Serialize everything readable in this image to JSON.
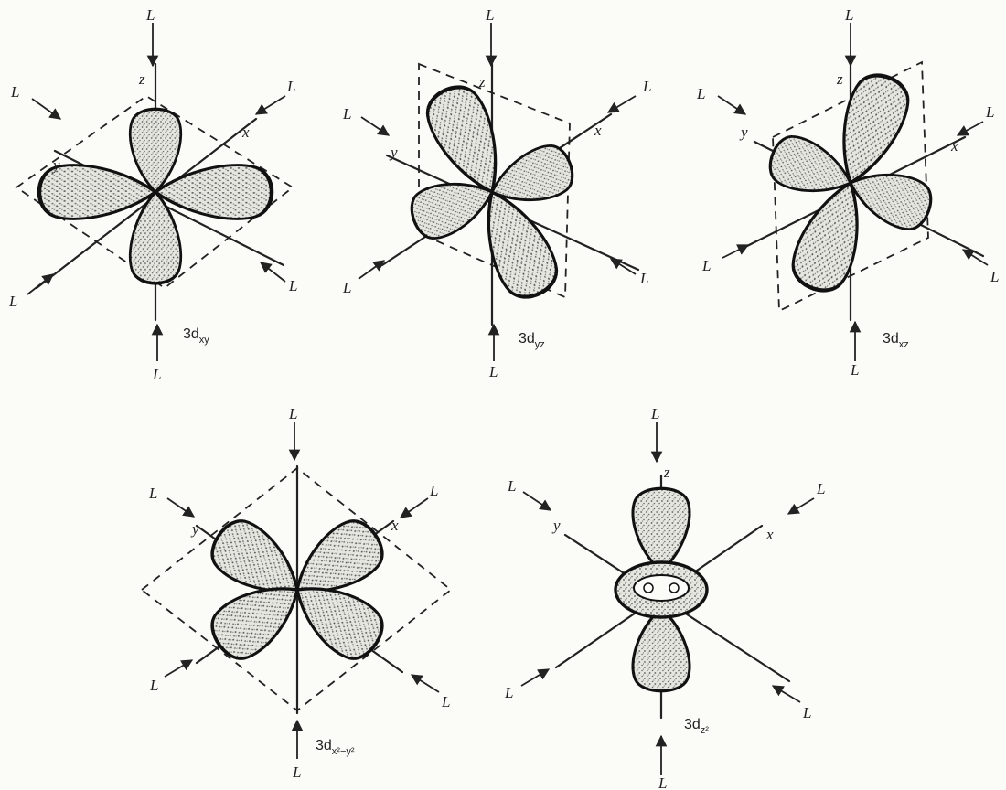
{
  "ligand_label": "L",
  "axis_labels": {
    "x": "x",
    "y": "y",
    "z": "z"
  },
  "orbitals": [
    {
      "id": "dxy",
      "caption_main": "3d",
      "caption_sub": "xy"
    },
    {
      "id": "dyz",
      "caption_main": "3d",
      "caption_sub": "yz"
    },
    {
      "id": "dxz",
      "caption_main": "3d",
      "caption_sub": "xz"
    },
    {
      "id": "dx2y2",
      "caption_main": "3d",
      "caption_sub": "x²−y²"
    },
    {
      "id": "dz2",
      "caption_main": "3d",
      "caption_sub": "z²"
    }
  ],
  "colors": {
    "ink": "#111111",
    "paper": "#fbfbf8",
    "lobe_fill": "#e6e6e0"
  }
}
